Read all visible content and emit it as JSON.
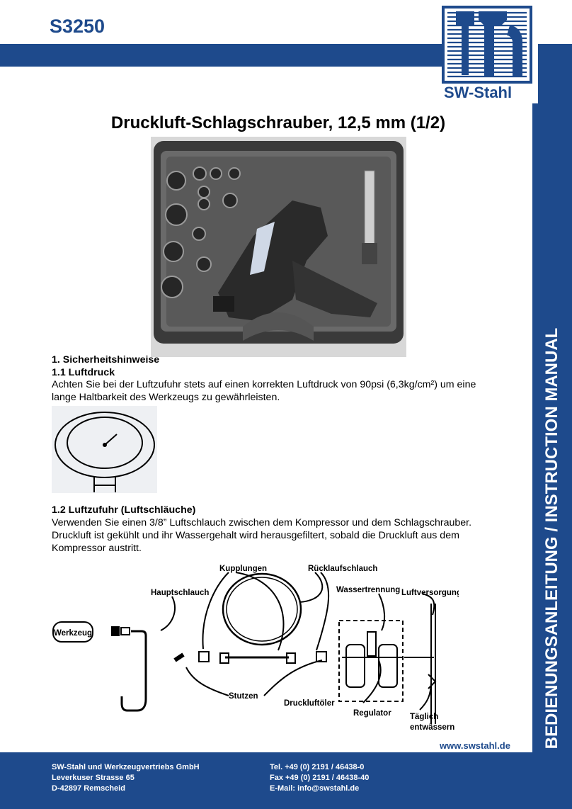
{
  "header": {
    "model": "S3250",
    "logo_text": "SW-Stahl",
    "side_label": "BEDIENUNGSANLEITUNG / INSTRUCTION MANUAL",
    "title": "Druckluft-Schlagschrauber, 12,5 mm (1/2)"
  },
  "section1": {
    "heading": "1. Sicherheitshinweise",
    "sub1_heading": "1.1 Luftdruck",
    "sub1_line1": "Achten Sie bei der Luftzufuhr stets auf einen korrekten Luftdruck von 90psi (6,3kg/cm²) um eine",
    "sub1_line2": "lange Haltbarkeit des Werkzeugs zu gewährleisten.",
    "sub2_heading": "1.2 Luftzufuhr (Luftschläuche)",
    "sub2_line1": "Verwenden Sie einen 3/8” Luftschlauch zwischen dem Kompressor und dem Schlagschrauber.",
    "sub2_line2": "Druckluft ist gekühlt und ihr Wassergehalt wird herausgefiltert, sobald die Druckluft aus dem",
    "sub2_line3": "Kompressor austritt."
  },
  "diagram": {
    "werkzeug": "Werkzeug",
    "hauptschlauch": "Hauptschlauch",
    "kupplungen": "Kupplungen",
    "ruecklauf": "Rücklaufschlauch",
    "wassertrennung": "Wassertrennung",
    "luftversorgung": "Luftversorgung",
    "stutzen": "Stutzen",
    "druckluftoeler": "Druckluftöler",
    "regulator": "Regulator",
    "taeglich1": "Täglich",
    "taeglich2": "entwässern"
  },
  "footer": {
    "website": "www.swstahl.de",
    "company": "SW-Stahl und Werkzeugvertriebs GmbH",
    "street": "Leverkuser Strasse 65",
    "city": "D-42897 Remscheid",
    "tel": "Tel. +49 (0) 2191 / 46438-0",
    "fax": "Fax +49 (0) 2191 / 46438-40",
    "email": "E-Mail: info@swstahl.de"
  },
  "colors": {
    "brand_blue": "#1e4a8c"
  }
}
